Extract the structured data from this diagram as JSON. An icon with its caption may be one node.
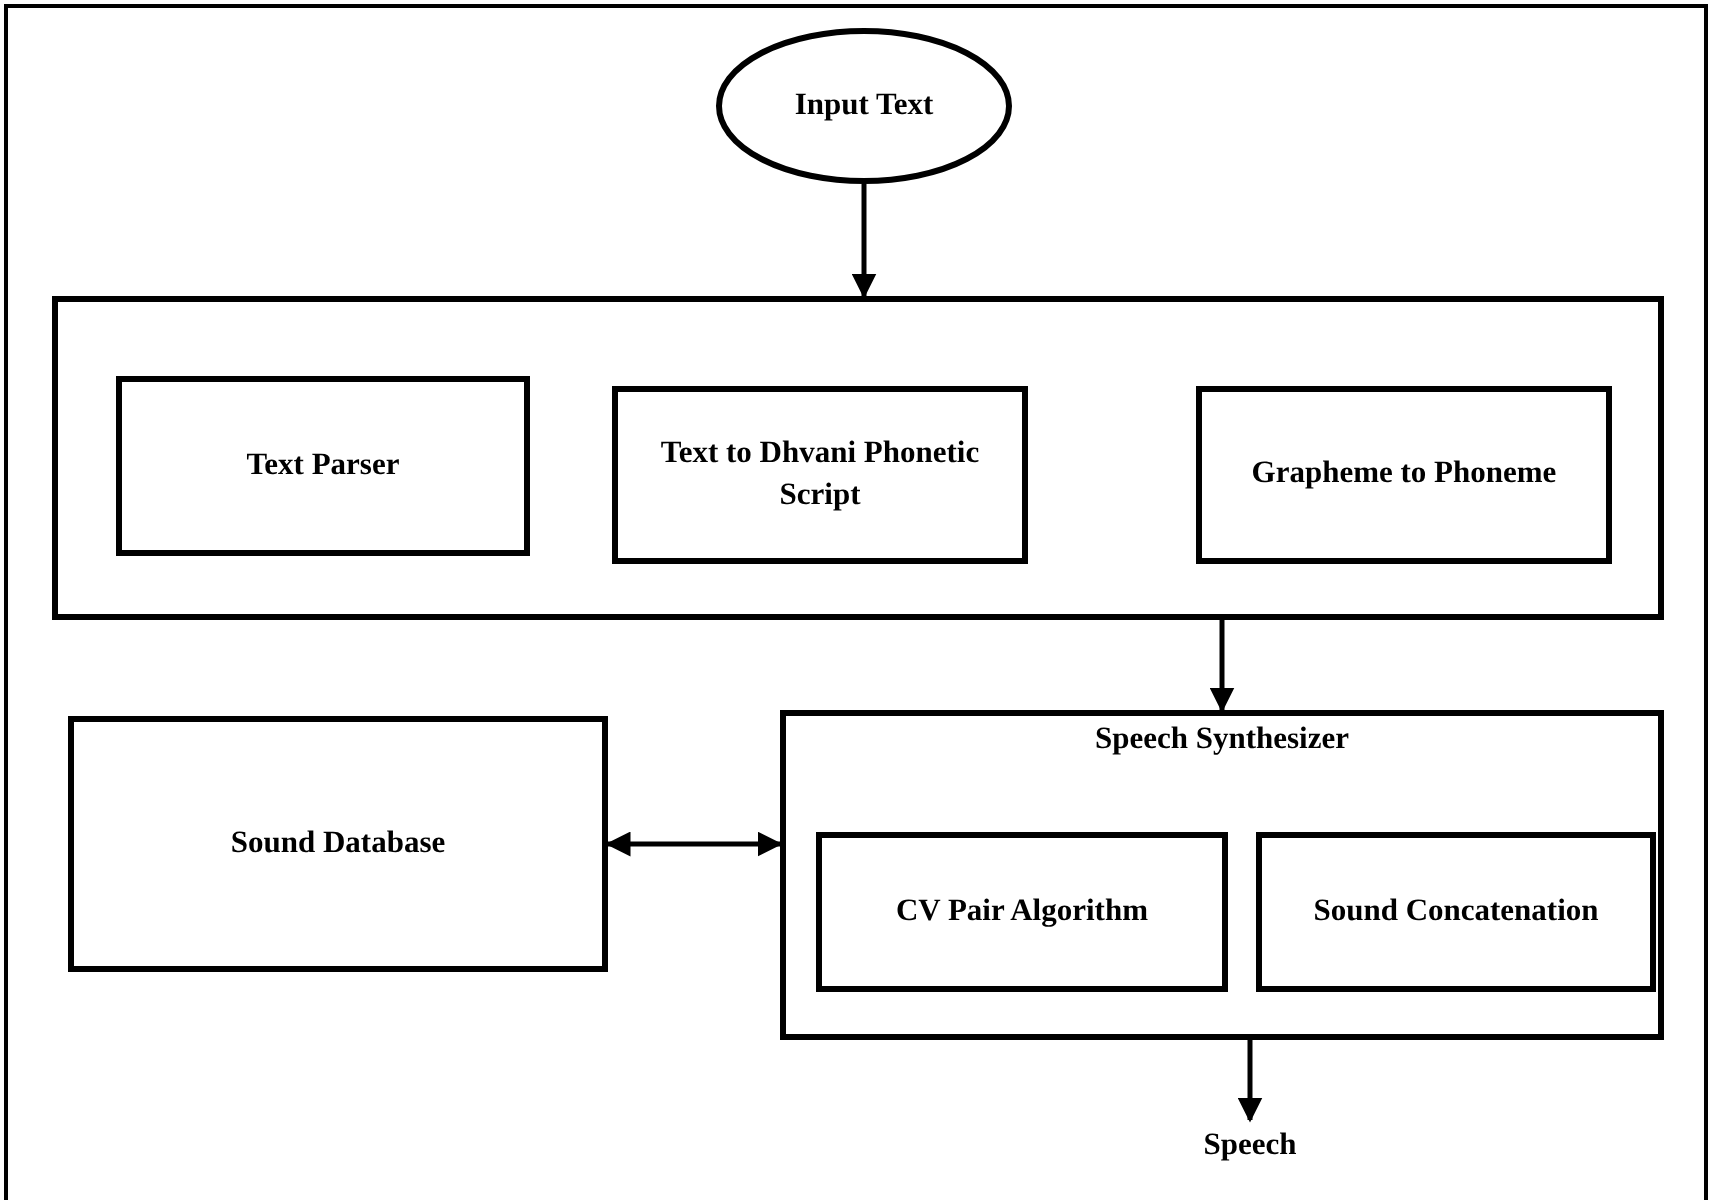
{
  "diagram": {
    "nodes": [
      {
        "text": [
          "Input Text"
        ]
      },
      {
        "text": [],
        "shape": "box"
      },
      {
        "text": [
          "Text Parser"
        ],
        "in": 1
      },
      {
        "text": [
          "Text to Dhvani Phonetic Script"
        ],
        "in": 1
      },
      {
        "text": [
          "Grapheme to Phoneme"
        ],
        "in": 1
      },
      {
        "text": [
          "Sound Database"
        ]
      },
      {
        "text": [
          "Speech Synthesizer"
        ]
      },
      {
        "text": [
          "CV Pair Algorithm"
        ],
        "in": 6
      },
      {
        "text": [
          "Sound Concatenation"
        ],
        "in": 6
      },
      {
        "text": [
          "Speech"
        ]
      }
    ],
    "edges": [
      {
        "from": 0,
        "to": 1,
        "arrow": "to"
      },
      {
        "from": 1,
        "to": 6,
        "arrow": "to"
      },
      {
        "from": 5,
        "to": 6,
        "arrow": "both"
      },
      {
        "from": 6,
        "to": 9,
        "arrow": "to"
      }
    ]
  }
}
